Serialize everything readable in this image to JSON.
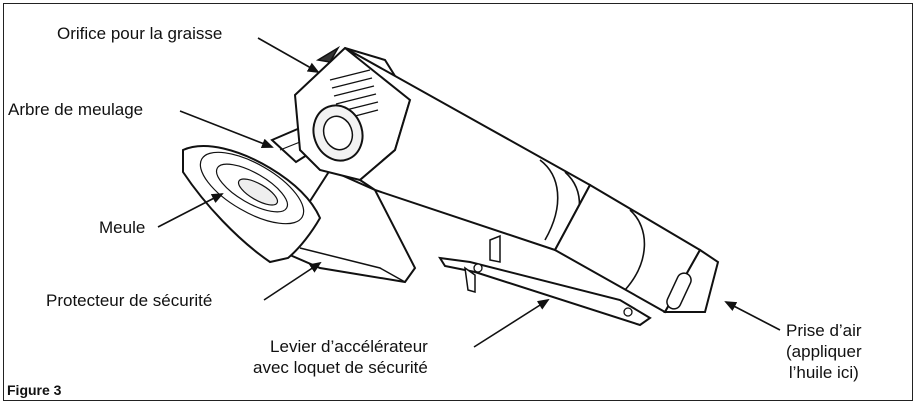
{
  "labels": {
    "grease_port": "Orifice pour la graisse",
    "spindle": "Arbre de meulage",
    "wheel": "Meule",
    "guard": "Protecteur de sécurité",
    "throttle": "Levier d’accélérateur\navec loquet de sécurité",
    "air_inlet": "Prise d’air\n(appliquer\nl’huile ici)"
  },
  "figure_label": "Figure 3"
}
